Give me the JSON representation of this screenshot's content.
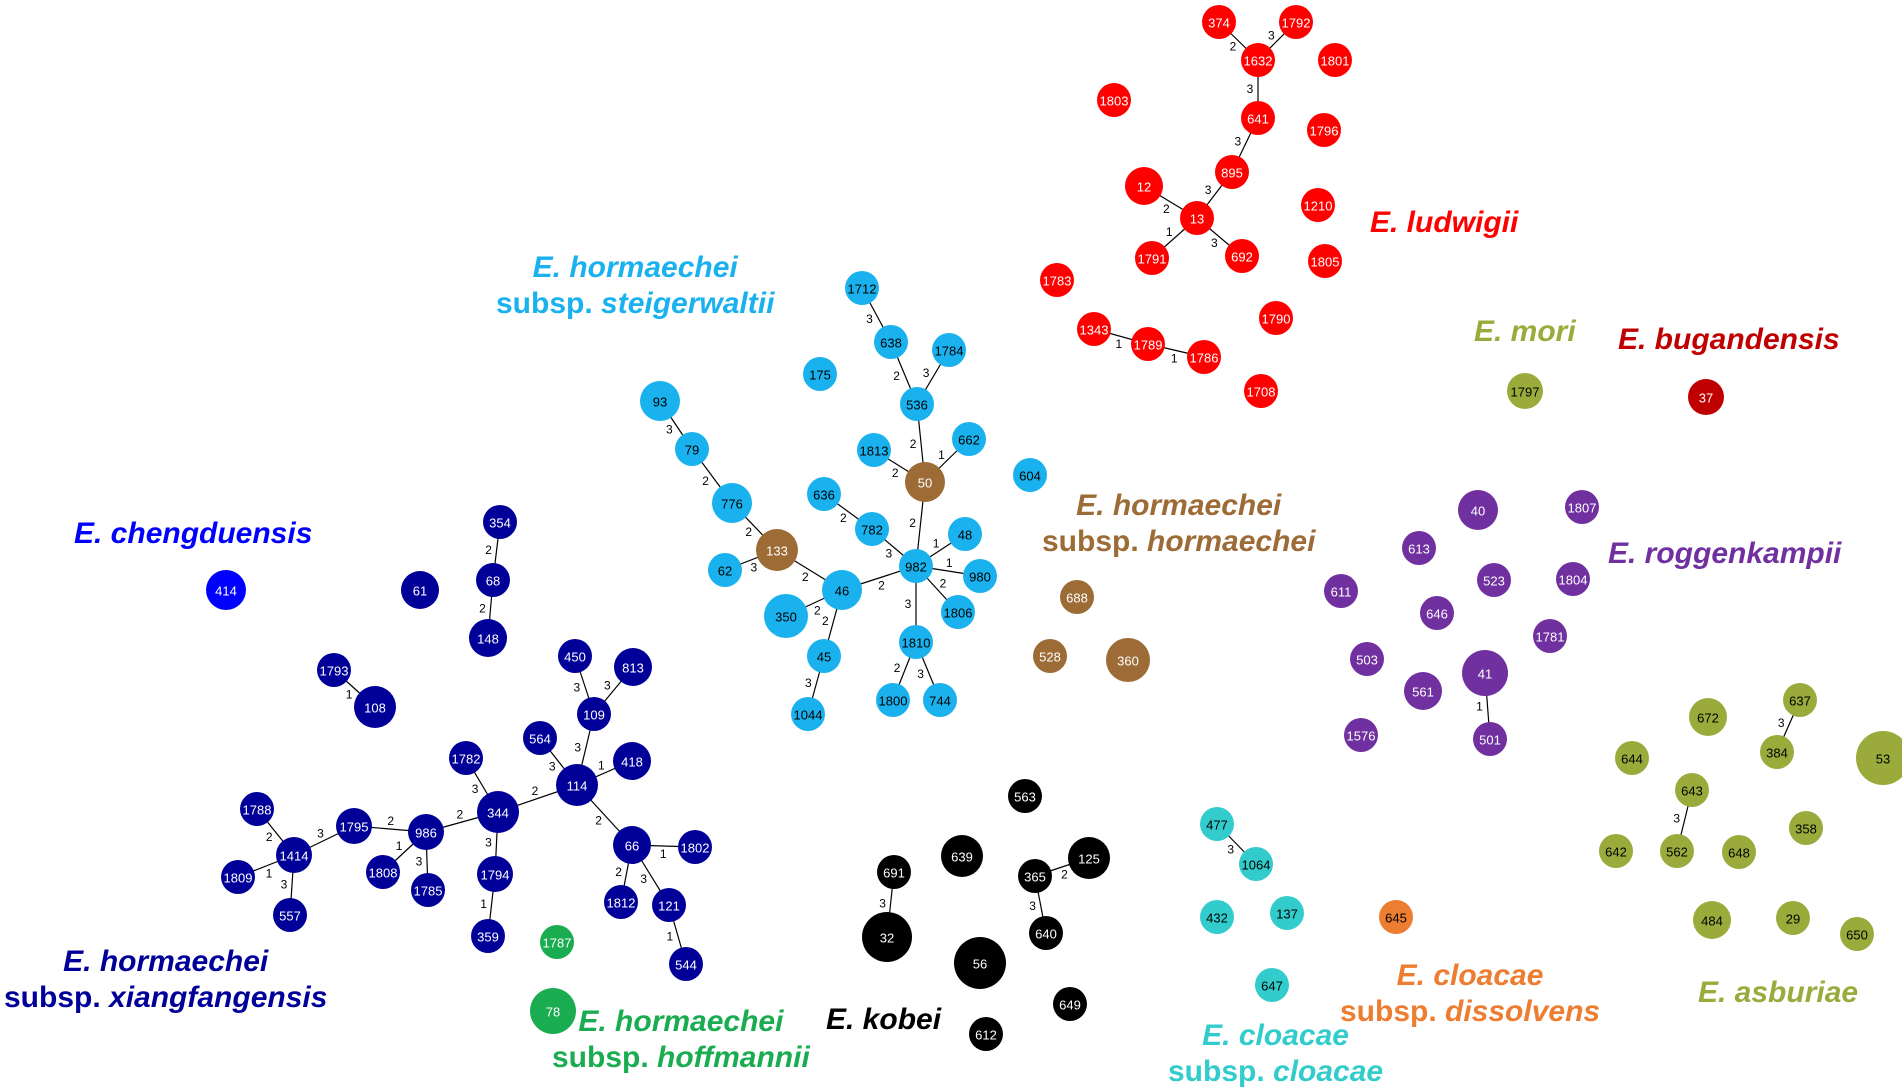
{
  "colors": {
    "ludwigii": "#ff0000",
    "bugandensis": "#c00000",
    "mori": "#9aab3c",
    "asburiae": "#9aab3c",
    "steigerwaltii": "#1ab2ee",
    "hormaechei": "#9c6b36",
    "chengduensis": "#0000ff",
    "xiangfangensis": "#000099",
    "hoffmannii": "#1aac50",
    "kobei": "#000000",
    "cloacae": "#33cccc",
    "dissolvens": "#ed7d31",
    "roggenkampii": "#7030a0"
  },
  "labels": {
    "ludwigii": {
      "line1": "E. ludwigii"
    },
    "mori": {
      "line1": "E. mori"
    },
    "bugandensis": {
      "line1": "E. bugandensis"
    },
    "steigerwaltii": {
      "line1": "E. hormaechei",
      "line2_prefix": "subsp. ",
      "line2_italic": "steigerwaltii"
    },
    "hormaechei": {
      "line1": "E. hormaechei",
      "line2_prefix": "subsp. ",
      "line2_italic": "hormaechei"
    },
    "chengduensis": {
      "line1": "E. chengduensis"
    },
    "roggenkampii": {
      "line1": "E. roggenkampii"
    },
    "xiangfangensis": {
      "line1": "E. hormaechei",
      "line2_prefix": "subsp. ",
      "line2_italic": "xiangfangensis"
    },
    "hoffmannii": {
      "line1": "E. hormaechei",
      "line2_prefix": "subsp. ",
      "line2_italic": "hoffmannii"
    },
    "kobei": {
      "line1": "E. kobei"
    },
    "cloacae": {
      "line1": "E. cloacae",
      "line2_prefix": "subsp. ",
      "line2_italic": "cloacae"
    },
    "dissolvens": {
      "line1": "E. cloacae",
      "line2_prefix": "subsp. ",
      "line2_italic": "dissolvens"
    },
    "asburiae": {
      "line1": "E. asburiae"
    }
  },
  "nodes": [
    {
      "id": "374",
      "group": "ludwigii"
    },
    {
      "id": "1792",
      "group": "ludwigii"
    },
    {
      "id": "1632",
      "group": "ludwigii"
    },
    {
      "id": "1801",
      "group": "ludwigii"
    },
    {
      "id": "1803",
      "group": "ludwigii"
    },
    {
      "id": "641",
      "group": "ludwigii"
    },
    {
      "id": "1796",
      "group": "ludwigii"
    },
    {
      "id": "895",
      "group": "ludwigii"
    },
    {
      "id": "12",
      "group": "ludwigii"
    },
    {
      "id": "13",
      "group": "ludwigii"
    },
    {
      "id": "1210",
      "group": "ludwigii"
    },
    {
      "id": "1791",
      "group": "ludwigii"
    },
    {
      "id": "692",
      "group": "ludwigii"
    },
    {
      "id": "1805",
      "group": "ludwigii"
    },
    {
      "id": "1783",
      "group": "ludwigii"
    },
    {
      "id": "1790",
      "group": "ludwigii"
    },
    {
      "id": "1343",
      "group": "ludwigii"
    },
    {
      "id": "1789",
      "group": "ludwigii"
    },
    {
      "id": "1786",
      "group": "ludwigii"
    },
    {
      "id": "1708",
      "group": "ludwigii"
    },
    {
      "id": "1797",
      "group": "mori"
    },
    {
      "id": "37",
      "group": "bugandensis"
    },
    {
      "id": "1712",
      "group": "steigerwaltii"
    },
    {
      "id": "638",
      "group": "steigerwaltii"
    },
    {
      "id": "1784",
      "group": "steigerwaltii"
    },
    {
      "id": "175",
      "group": "steigerwaltii"
    },
    {
      "id": "536",
      "group": "steigerwaltii"
    },
    {
      "id": "93",
      "group": "steigerwaltii"
    },
    {
      "id": "79",
      "group": "steigerwaltii"
    },
    {
      "id": "1813",
      "group": "steigerwaltii"
    },
    {
      "id": "662",
      "group": "steigerwaltii"
    },
    {
      "id": "604",
      "group": "steigerwaltii"
    },
    {
      "id": "776",
      "group": "steigerwaltii"
    },
    {
      "id": "636",
      "group": "steigerwaltii"
    },
    {
      "id": "782",
      "group": "steigerwaltii"
    },
    {
      "id": "48",
      "group": "steigerwaltii"
    },
    {
      "id": "62",
      "group": "steigerwaltii"
    },
    {
      "id": "982",
      "group": "steigerwaltii"
    },
    {
      "id": "980",
      "group": "steigerwaltii"
    },
    {
      "id": "46",
      "group": "steigerwaltii"
    },
    {
      "id": "1806",
      "group": "steigerwaltii"
    },
    {
      "id": "350",
      "group": "steigerwaltii"
    },
    {
      "id": "1810",
      "group": "steigerwaltii"
    },
    {
      "id": "45",
      "group": "steigerwaltii"
    },
    {
      "id": "1800",
      "group": "steigerwaltii"
    },
    {
      "id": "744",
      "group": "steigerwaltii"
    },
    {
      "id": "1044",
      "group": "steigerwaltii"
    },
    {
      "id": "50",
      "group": "hormaechei"
    },
    {
      "id": "133",
      "group": "hormaechei"
    },
    {
      "id": "688",
      "group": "hormaechei"
    },
    {
      "id": "528",
      "group": "hormaechei"
    },
    {
      "id": "360",
      "group": "hormaechei"
    },
    {
      "id": "414",
      "group": "chengduensis"
    },
    {
      "id": "354",
      "group": "xiangfangensis"
    },
    {
      "id": "61",
      "group": "xiangfangensis"
    },
    {
      "id": "68",
      "group": "xiangfangensis"
    },
    {
      "id": "148",
      "group": "xiangfangensis"
    },
    {
      "id": "1793",
      "group": "xiangfangensis"
    },
    {
      "id": "108",
      "group": "xiangfangensis"
    },
    {
      "id": "450",
      "group": "xiangfangensis"
    },
    {
      "id": "813",
      "group": "xiangfangensis"
    },
    {
      "id": "109",
      "group": "xiangfangensis"
    },
    {
      "id": "564",
      "group": "xiangfangensis"
    },
    {
      "id": "418",
      "group": "xiangfangensis"
    },
    {
      "id": "1782",
      "group": "xiangfangensis"
    },
    {
      "id": "114",
      "group": "xiangfangensis"
    },
    {
      "id": "1788",
      "group": "xiangfangensis"
    },
    {
      "id": "344",
      "group": "xiangfangensis"
    },
    {
      "id": "1795",
      "group": "xiangfangensis"
    },
    {
      "id": "986",
      "group": "xiangfangensis"
    },
    {
      "id": "66",
      "group": "xiangfangensis"
    },
    {
      "id": "1802",
      "group": "xiangfangensis"
    },
    {
      "id": "1414",
      "group": "xiangfangensis"
    },
    {
      "id": "1809",
      "group": "xiangfangensis"
    },
    {
      "id": "1808",
      "group": "xiangfangensis"
    },
    {
      "id": "1794",
      "group": "xiangfangensis"
    },
    {
      "id": "1785",
      "group": "xiangfangensis"
    },
    {
      "id": "1812",
      "group": "xiangfangensis"
    },
    {
      "id": "121",
      "group": "xiangfangensis"
    },
    {
      "id": "557",
      "group": "xiangfangensis"
    },
    {
      "id": "359",
      "group": "xiangfangensis"
    },
    {
      "id": "544",
      "group": "xiangfangensis"
    },
    {
      "id": "1787",
      "group": "hoffmannii"
    },
    {
      "id": "78",
      "group": "hoffmannii"
    },
    {
      "id": "563",
      "group": "kobei"
    },
    {
      "id": "639",
      "group": "kobei"
    },
    {
      "id": "691",
      "group": "kobei"
    },
    {
      "id": "125",
      "group": "kobei"
    },
    {
      "id": "365",
      "group": "kobei"
    },
    {
      "id": "32",
      "group": "kobei"
    },
    {
      "id": "640",
      "group": "kobei"
    },
    {
      "id": "56",
      "group": "kobei"
    },
    {
      "id": "649",
      "group": "kobei"
    },
    {
      "id": "612",
      "group": "kobei"
    },
    {
      "id": "477",
      "group": "cloacae"
    },
    {
      "id": "1064",
      "group": "cloacae"
    },
    {
      "id": "432",
      "group": "cloacae"
    },
    {
      "id": "137",
      "group": "cloacae"
    },
    {
      "id": "647",
      "group": "cloacae"
    },
    {
      "id": "645",
      "group": "dissolvens"
    },
    {
      "id": "40",
      "group": "roggenkampii"
    },
    {
      "id": "1807",
      "group": "roggenkampii"
    },
    {
      "id": "613",
      "group": "roggenkampii"
    },
    {
      "id": "523",
      "group": "roggenkampii"
    },
    {
      "id": "1804",
      "group": "roggenkampii"
    },
    {
      "id": "611",
      "group": "roggenkampii"
    },
    {
      "id": "646",
      "group": "roggenkampii"
    },
    {
      "id": "1781",
      "group": "roggenkampii"
    },
    {
      "id": "503",
      "group": "roggenkampii"
    },
    {
      "id": "561",
      "group": "roggenkampii"
    },
    {
      "id": "41",
      "group": "roggenkampii"
    },
    {
      "id": "1576",
      "group": "roggenkampii"
    },
    {
      "id": "501",
      "group": "roggenkampii"
    },
    {
      "id": "637",
      "group": "asburiae"
    },
    {
      "id": "672",
      "group": "asburiae"
    },
    {
      "id": "384",
      "group": "asburiae"
    },
    {
      "id": "644",
      "group": "asburiae"
    },
    {
      "id": "53",
      "group": "asburiae"
    },
    {
      "id": "643",
      "group": "asburiae"
    },
    {
      "id": "358",
      "group": "asburiae"
    },
    {
      "id": "642",
      "group": "asburiae"
    },
    {
      "id": "562",
      "group": "asburiae"
    },
    {
      "id": "648",
      "group": "asburiae"
    },
    {
      "id": "484",
      "group": "asburiae"
    },
    {
      "id": "29",
      "group": "asburiae"
    },
    {
      "id": "650",
      "group": "asburiae"
    }
  ],
  "edges": [
    {
      "source": "374",
      "target": "1632",
      "label": "2"
    },
    {
      "source": "1792",
      "target": "1632",
      "label": "3"
    },
    {
      "source": "1632",
      "target": "641",
      "label": "3"
    },
    {
      "source": "641",
      "target": "895",
      "label": "3"
    },
    {
      "source": "895",
      "target": "13",
      "label": "3"
    },
    {
      "source": "12",
      "target": "13",
      "label": "2"
    },
    {
      "source": "13",
      "target": "1791",
      "label": "1"
    },
    {
      "source": "13",
      "target": "692",
      "label": "3"
    },
    {
      "source": "1343",
      "target": "1789",
      "label": "1"
    },
    {
      "source": "1789",
      "target": "1786",
      "label": "1"
    },
    {
      "source": "1712",
      "target": "638",
      "label": "3"
    },
    {
      "source": "638",
      "target": "536",
      "label": "2"
    },
    {
      "source": "1784",
      "target": "536",
      "label": "3"
    },
    {
      "source": "536",
      "target": "50",
      "label": "2"
    },
    {
      "source": "1813",
      "target": "50",
      "label": "2"
    },
    {
      "source": "662",
      "target": "50",
      "label": "1"
    },
    {
      "source": "50",
      "target": "982",
      "label": "2"
    },
    {
      "source": "93",
      "target": "79",
      "label": "3"
    },
    {
      "source": "79",
      "target": "776",
      "label": "2"
    },
    {
      "source": "776",
      "target": "133",
      "label": "2"
    },
    {
      "source": "62",
      "target": "133",
      "label": "3"
    },
    {
      "source": "133",
      "target": "46",
      "label": "2"
    },
    {
      "source": "636",
      "target": "782",
      "label": "2"
    },
    {
      "source": "782",
      "target": "982",
      "label": "3"
    },
    {
      "source": "46",
      "target": "982",
      "label": "2"
    },
    {
      "source": "48",
      "target": "982",
      "label": "1"
    },
    {
      "source": "980",
      "target": "982",
      "label": "1"
    },
    {
      "source": "1806",
      "target": "982",
      "label": "2"
    },
    {
      "source": "982",
      "target": "1810",
      "label": "3"
    },
    {
      "source": "350",
      "target": "46",
      "label": "2"
    },
    {
      "source": "46",
      "target": "45",
      "label": "2"
    },
    {
      "source": "45",
      "target": "1044",
      "label": "3"
    },
    {
      "source": "1810",
      "target": "1800",
      "label": "2"
    },
    {
      "source": "1810",
      "target": "744",
      "label": "3"
    },
    {
      "source": "354",
      "target": "68",
      "label": "2"
    },
    {
      "source": "68",
      "target": "148",
      "label": "2"
    },
    {
      "source": "1793",
      "target": "108",
      "label": "1"
    },
    {
      "source": "450",
      "target": "109",
      "label": "3"
    },
    {
      "source": "813",
      "target": "109",
      "label": "3"
    },
    {
      "source": "109",
      "target": "114",
      "label": "3"
    },
    {
      "source": "564",
      "target": "114",
      "label": "3"
    },
    {
      "source": "418",
      "target": "114",
      "label": "1"
    },
    {
      "source": "114",
      "target": "344",
      "label": "2"
    },
    {
      "source": "114",
      "target": "66",
      "label": "2"
    },
    {
      "source": "1782",
      "target": "344",
      "label": "3"
    },
    {
      "source": "344",
      "target": "986",
      "label": "2"
    },
    {
      "source": "344",
      "target": "1794",
      "label": "3"
    },
    {
      "source": "1794",
      "target": "359",
      "label": "1"
    },
    {
      "source": "986",
      "target": "1795",
      "label": "2"
    },
    {
      "source": "986",
      "target": "1808",
      "label": "1"
    },
    {
      "source": "986",
      "target": "1785",
      "label": "3"
    },
    {
      "source": "1795",
      "target": "1414",
      "label": "3"
    },
    {
      "source": "1788",
      "target": "1414",
      "label": "2"
    },
    {
      "source": "1809",
      "target": "1414",
      "label": "1"
    },
    {
      "source": "1414",
      "target": "557",
      "label": "3"
    },
    {
      "source": "66",
      "target": "1802",
      "label": "1"
    },
    {
      "source": "66",
      "target": "1812",
      "label": "2"
    },
    {
      "source": "66",
      "target": "121",
      "label": "3"
    },
    {
      "source": "121",
      "target": "544",
      "label": "1"
    },
    {
      "source": "691",
      "target": "32",
      "label": "3"
    },
    {
      "source": "365",
      "target": "125",
      "label": "2"
    },
    {
      "source": "365",
      "target": "640",
      "label": "3"
    },
    {
      "source": "477",
      "target": "1064",
      "label": "3"
    },
    {
      "source": "41",
      "target": "501",
      "label": "1"
    },
    {
      "source": "637",
      "target": "384",
      "label": "3"
    },
    {
      "source": "643",
      "target": "562",
      "label": "3"
    }
  ]
}
